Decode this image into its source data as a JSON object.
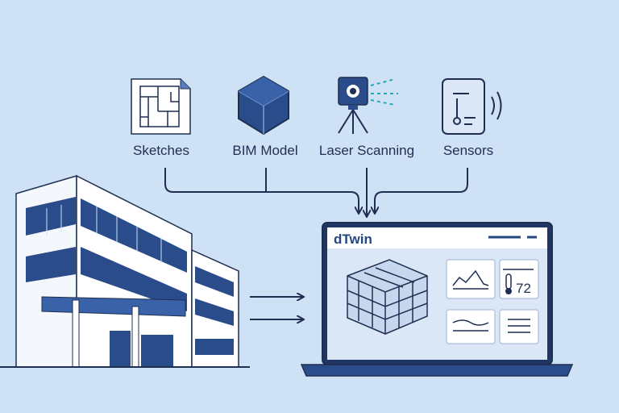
{
  "inputs": [
    {
      "label": "Sketches",
      "icon": "sketch-document-icon"
    },
    {
      "label": "BIM Model",
      "icon": "bim-cube-icon"
    },
    {
      "label": "Laser Scanning",
      "icon": "laser-scanner-icon"
    },
    {
      "label": "Sensors",
      "icon": "sensor-icon"
    }
  ],
  "app": {
    "title": "dTwin",
    "temperature_reading": "72"
  },
  "colors": {
    "background": "#cfe1f5",
    "navy": "#24467f",
    "outline": "#1f2f52",
    "screen": "#dbe7f6"
  }
}
